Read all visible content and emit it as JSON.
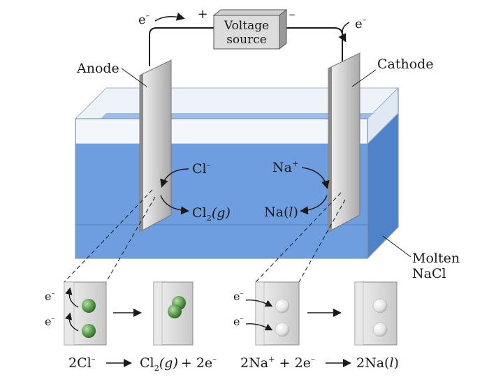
{
  "source": {
    "line1": "Voltage",
    "line2": "source",
    "plus": "+",
    "minus": "–"
  },
  "electrons": {
    "left": "e",
    "right": "e",
    "charge": "–"
  },
  "electrodes": {
    "anode": "Anode",
    "cathode": "Cathode"
  },
  "electrolyte": {
    "line1": "Molten",
    "line2": "NaCl"
  },
  "anode_reaction": {
    "reactant": "Cl",
    "reactant_charge": "–",
    "product": "Cl",
    "product_sub": "2",
    "product_state": "(g)"
  },
  "cathode_reaction": {
    "reactant": "Na",
    "reactant_charge": "+",
    "product": "Na(",
    "product_state": "l",
    "product_close": ")"
  },
  "inset_electrons": {
    "e": "e",
    "charge": "–"
  },
  "equations": {
    "anode": {
      "lhs": "2Cl",
      "lhs_charge": "–",
      "rhs_a": "Cl",
      "rhs_sub": "2",
      "rhs_state": "(g)",
      "rhs_b": "+ 2e",
      "rhs_charge": "–"
    },
    "cathode": {
      "lhs_a": "2Na",
      "lhs_charge": "+",
      "lhs_b": " + 2e",
      "lhs_charge2": "–",
      "rhs_a": "2Na(",
      "rhs_state": "l",
      "rhs_close": ")"
    }
  },
  "colors": {
    "liquid": "#6f9ee0",
    "liquid_dark": "#4f82c8",
    "electrode": "#d4d4d4",
    "chlorine": "#5a9a4e",
    "sodium": "#e6e6e6"
  }
}
